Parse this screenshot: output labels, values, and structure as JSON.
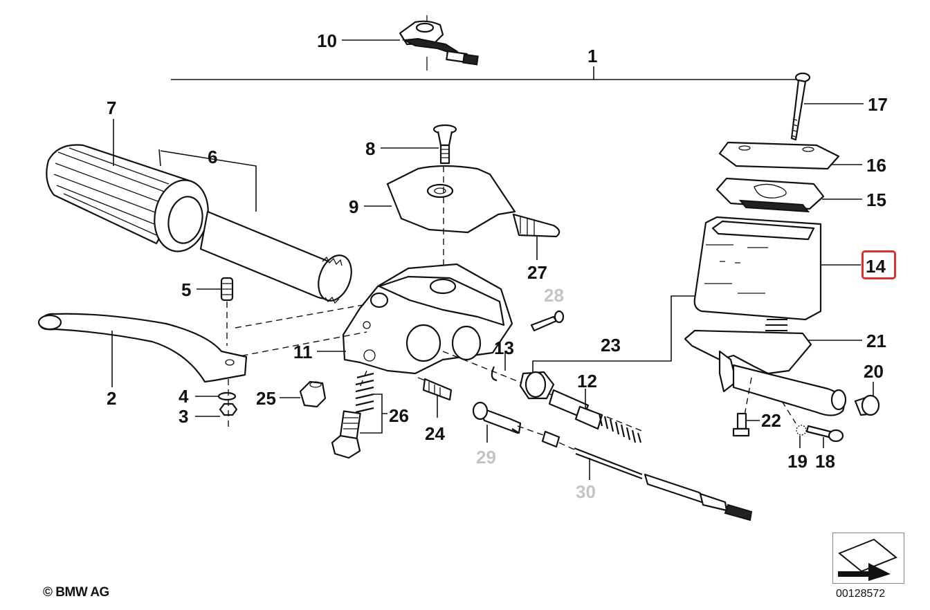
{
  "callouts": {
    "c1": "1",
    "c2": "2",
    "c3": "3",
    "c4": "4",
    "c5": "5",
    "c6": "6",
    "c7": "7",
    "c8": "8",
    "c9": "9",
    "c10": "10",
    "c11": "11",
    "c12": "12",
    "c13": "13",
    "c14": "14",
    "c15": "15",
    "c16": "16",
    "c17": "17",
    "c18": "18",
    "c19": "19",
    "c20": "20",
    "c21": "21",
    "c22": "22",
    "c23": "23",
    "c24": "24",
    "c25": "25",
    "c26": "26",
    "c27": "27",
    "c28": "28",
    "c29": "29",
    "c30": "30"
  },
  "footer": {
    "copyright": "© BMW AG",
    "diagram_id": "00128572"
  },
  "highlighted_part": "14",
  "colors": {
    "line": "#111111",
    "highlight": "#d9302c",
    "muted_callout": "#c4c4c4"
  }
}
